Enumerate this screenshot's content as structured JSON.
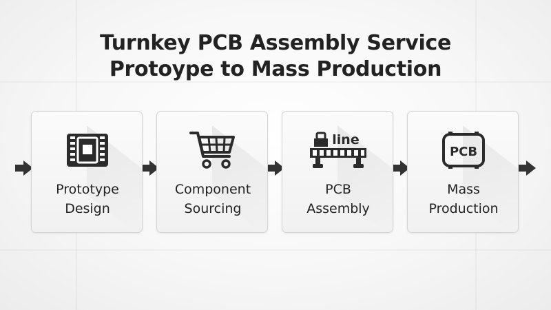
{
  "title": {
    "line1": "Turnkey PCB Assembly Service",
    "line2": "Protoype to Mass Production"
  },
  "steps": [
    {
      "line1": "Prototype",
      "line2": "Design",
      "icon": "chip-icon"
    },
    {
      "line1": "Component",
      "line2": "Sourcing",
      "icon": "shopping-cart-icon"
    },
    {
      "line1": "PCB",
      "line2": "Assembly",
      "icon": "assembly-line-icon",
      "icon_text": "line"
    },
    {
      "line1": "Mass",
      "line2": "Production",
      "icon": "pcb-box-icon",
      "icon_text": "PCB"
    }
  ],
  "colors": {
    "icon": "#2b2b2b",
    "text": "#222222",
    "card_border": "#d4d4d4"
  }
}
